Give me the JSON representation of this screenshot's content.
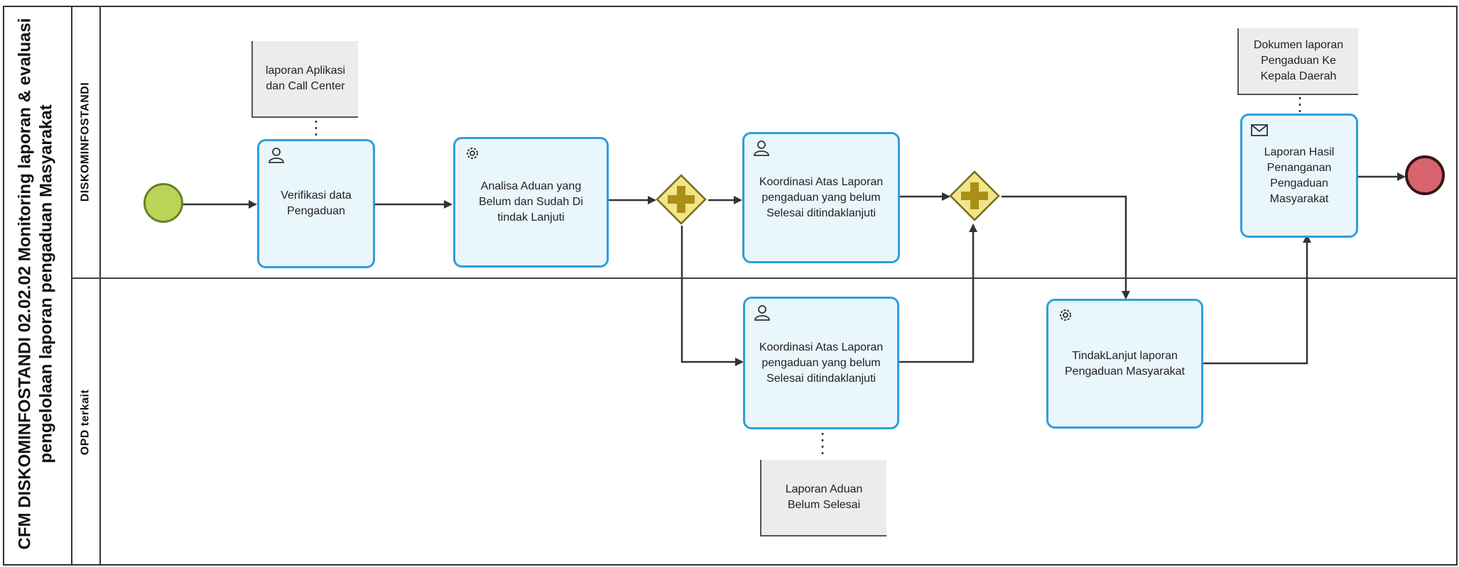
{
  "pool": {
    "title_line1": "CFM DISKOMINFOSTANDI 02.02.02 Monitoring laporan & evaluasi",
    "title_line2": "pengelolaan laporan pengaduan Masyarakat"
  },
  "lanes": {
    "top": "DISKOMINFOSTANDI",
    "bottom": "OPD terkait"
  },
  "tasks": {
    "verifikasi": "Verifikasi data Pengaduan",
    "analisa": "Analisa Aduan yang Belum dan Sudah Di tindak Lanjuti",
    "koordinasi_top": "Koordinasi Atas Laporan pengaduan yang belum Selesai ditindaklanjuti",
    "koordinasi_bottom": "Koordinasi Atas Laporan pengaduan yang belum Selesai ditindaklanjuti",
    "tindaklanjut": "TindakLanjut laporan Pengaduan Masyarakat",
    "laporan_hasil": "Laporan Hasil Penanganan Pengaduan Masyarakat"
  },
  "artifacts": {
    "aplikasi": "laporan Aplikasi dan Call Center",
    "dokumen": "Dokumen laporan Pengaduan Ke Kepala Daerah",
    "aduan_belum": "Laporan Aduan Belum Selesai"
  },
  "icons": {
    "user_task": "user-icon",
    "service_task": "gear-icon",
    "send_task": "envelope-icon",
    "parallel_gateway": "plus-icon"
  },
  "colors": {
    "task_border": "#2f9fd6",
    "task_fill": "#e9f6fc",
    "start_fill": "#bcd35a",
    "end_fill": "#d7636c",
    "gateway_fill": "#f2e48a",
    "gateway_cross": "#a99015"
  }
}
